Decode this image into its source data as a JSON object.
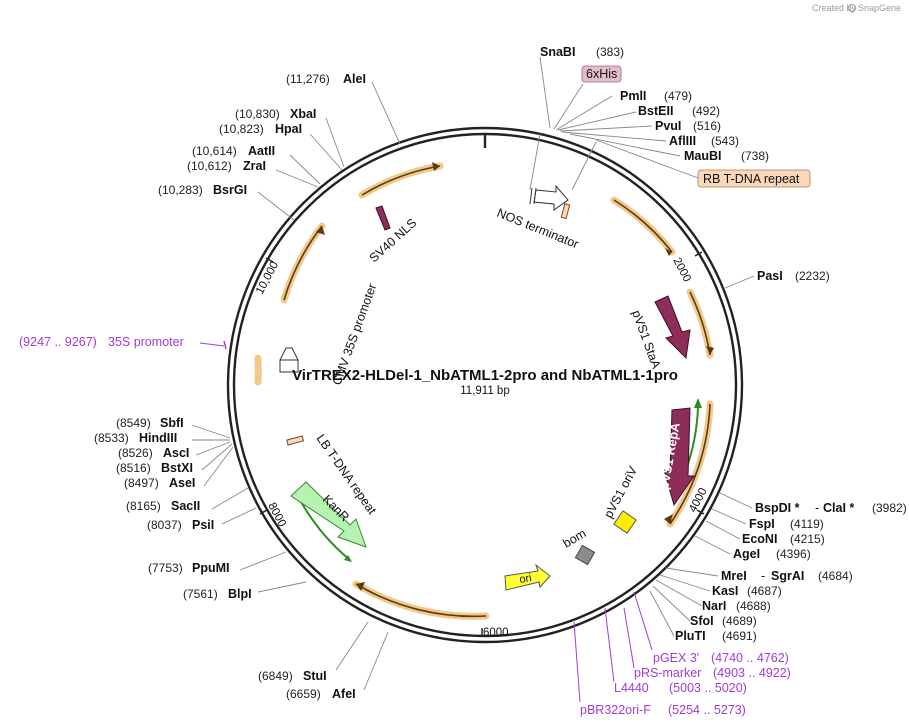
{
  "header": {
    "credit_prefix": "Created by",
    "credit_brand": "SnapGene"
  },
  "map": {
    "name": "VirTREX2-HLDel-1_NbATML1-2pro and NbATML1-1pro",
    "length": "11,911 bp",
    "ticks": [
      "2000",
      "4000",
      "6000",
      "8000",
      "10,000"
    ]
  },
  "enzymes_right": [
    {
      "name": "SnaBI",
      "pos": "(383)"
    },
    {
      "name": "PmlI",
      "pos": "(479)"
    },
    {
      "name": "BstEII",
      "pos": "(492)"
    },
    {
      "name": "PvuI",
      "pos": "(516)"
    },
    {
      "name": "AflIII",
      "pos": "(543)"
    },
    {
      "name": "MauBI",
      "pos": "(738)"
    },
    {
      "name": "PasI",
      "pos": "(2232)"
    },
    {
      "name": "BspDI *",
      "sep": "-",
      "name2": "ClaI *",
      "pos": "(3982)"
    },
    {
      "name": "FspI",
      "pos": "(4119)"
    },
    {
      "name": "EcoNI",
      "pos": "(4215)"
    },
    {
      "name": "AgeI",
      "pos": "(4396)"
    },
    {
      "name": "MreI",
      "sep": "-",
      "name2": "SgrAI",
      "pos": "(4684)"
    },
    {
      "name": "KasI",
      "pos": "(4687)"
    },
    {
      "name": "NarI",
      "pos": "(4688)"
    },
    {
      "name": "SfoI",
      "pos": "(4689)"
    },
    {
      "name": "PluTI",
      "pos": "(4691)"
    }
  ],
  "enzymes_left": [
    {
      "name": "AleI",
      "pos": "(11,276)"
    },
    {
      "name": "XbaI",
      "pos": "(10,830)"
    },
    {
      "name": "HpaI",
      "pos": "(10,823)"
    },
    {
      "name": "AatII",
      "pos": "(10,614)"
    },
    {
      "name": "ZraI",
      "pos": "(10,612)"
    },
    {
      "name": "BsrGI",
      "pos": "(10,283)"
    },
    {
      "name": "SbfI",
      "pos": "(8549)"
    },
    {
      "name": "HindIII",
      "pos": "(8533)"
    },
    {
      "name": "AscI",
      "pos": "(8526)"
    },
    {
      "name": "BstXI",
      "pos": "(8516)"
    },
    {
      "name": "AseI",
      "pos": "(8497)"
    },
    {
      "name": "SacII",
      "pos": "(8165)"
    },
    {
      "name": "PsiI",
      "pos": "(8037)"
    },
    {
      "name": "PpuMI",
      "pos": "(7753)"
    },
    {
      "name": "BlpI",
      "pos": "(7561)"
    },
    {
      "name": "StuI",
      "pos": "(6849)"
    },
    {
      "name": "AfeI",
      "pos": "(6659)"
    }
  ],
  "features": {
    "his": "6xHis",
    "rb": "RB T-DNA repeat",
    "nos": "NOS terminator",
    "sta": "pVS1 StaA",
    "repa": "pVS1 RepA",
    "orv": "pVS1 oriV",
    "bom": "bom",
    "ori": "ori",
    "kanr": "KanR",
    "lb": "LB T-DNA repeat",
    "cmv": "CMV 35S promoter",
    "sv40": "SV40 NLS"
  },
  "primers": [
    {
      "name": "35S promoter",
      "pos": "(9247 .. 9267)"
    },
    {
      "name": "pGEX 3'",
      "pos": "(4740 .. 4762)"
    },
    {
      "name": "pRS-marker",
      "pos": "(4903 .. 4922)"
    },
    {
      "name": "L4440",
      "pos": "(5003 .. 5020)"
    },
    {
      "name": "pBR322ori-F",
      "pos": "(5254 .. 5273)"
    }
  ],
  "colors": {
    "backbone": "#222222",
    "orf": "#f2c98a",
    "staA": "#8e2d5a",
    "kanR": "#b6f2b0",
    "ori": "#ffff33",
    "oriV": "#ffee00",
    "bom": "#8c8c8c",
    "rb": "#f9d7b8",
    "his": "#e4bccb",
    "primer": "#a23bd6"
  }
}
